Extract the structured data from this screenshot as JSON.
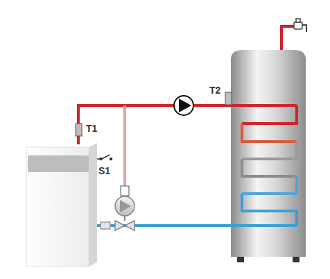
{
  "diagram": {
    "labels": [
      "T1",
      "T2",
      "S1"
    ]
  }
}
